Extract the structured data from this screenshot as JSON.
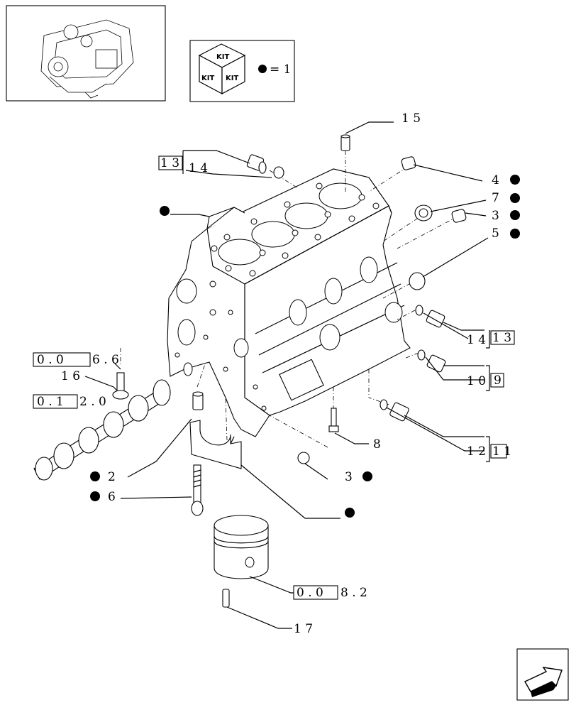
{
  "kit_box": {
    "kit_label": "KIT",
    "equals_text": "= 1"
  },
  "callouts": {
    "c15": "1 5",
    "c14": "1 4",
    "c14_box": "1 3",
    "c4": "4",
    "c7": "7",
    "c3a": "3",
    "c5": "5",
    "c14b": "1 4",
    "c14b_box": "1 3",
    "c10": "1 0",
    "c10_box": "9",
    "c8": "8",
    "c12": "1 2",
    "c12_box": "1 1",
    "c3b": "3",
    "c2": "2",
    "c6": "6",
    "c16": "1 6",
    "ref_006_box": "0 . 0",
    "ref_006_rest": "6 . 6",
    "ref_012_box": "0 . 1",
    "ref_012_rest": "2 . 0",
    "ref_008_box": "0 . 0",
    "ref_008_rest": "8 . 2",
    "c17": "1 7"
  }
}
